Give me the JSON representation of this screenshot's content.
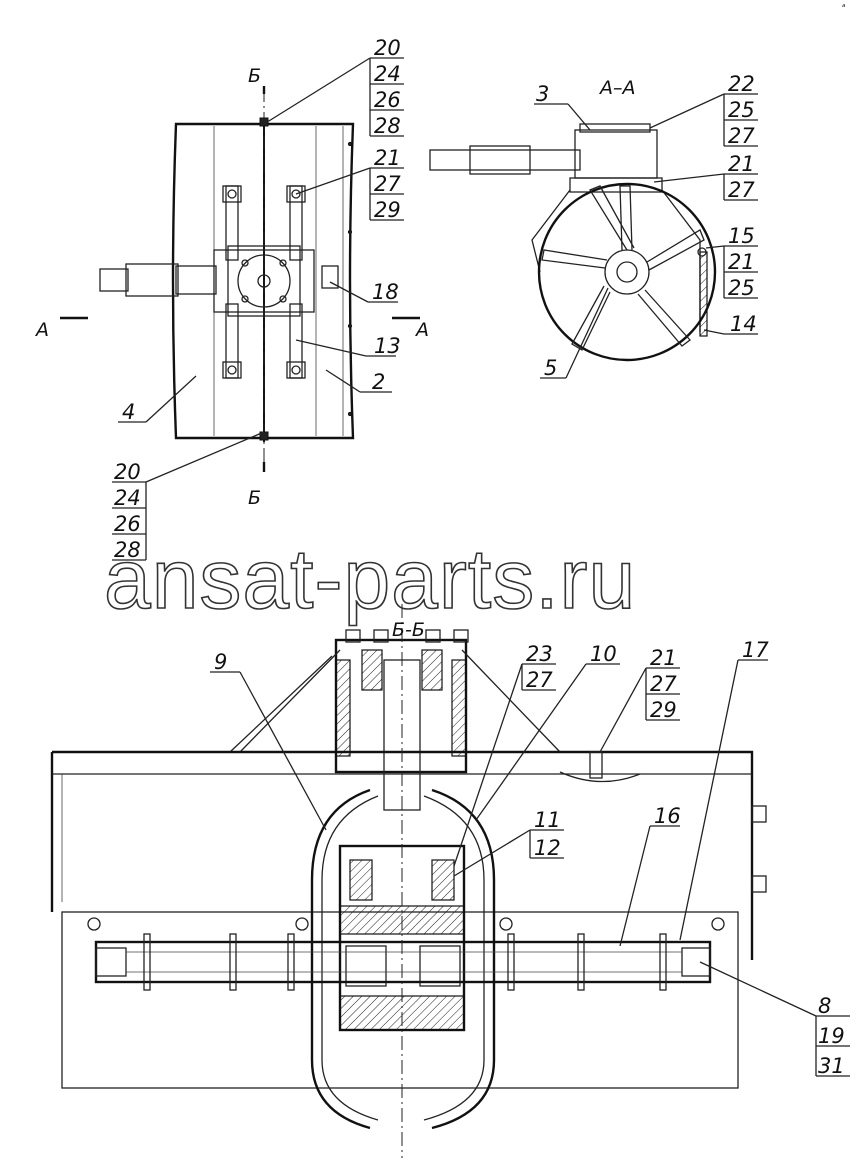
{
  "watermark": "ansat-parts.ru",
  "corner_mark": "ᵃ",
  "sections": {
    "aa_title": "А–А",
    "bb_title": "Б-Б",
    "cut_a_left": "А",
    "cut_a_right": "А",
    "cut_b_top": "Б",
    "cut_b_bottom": "Б"
  },
  "callouts": {
    "top_stack": [
      "20",
      "24",
      "26",
      "28"
    ],
    "bottom_stack": [
      "20",
      "24",
      "26",
      "28"
    ],
    "mid_stack": [
      "21",
      "27",
      "29"
    ],
    "right_top_stack": [
      "22",
      "25",
      "27"
    ],
    "right_mid_stack": [
      "21",
      "27"
    ],
    "side_stack": [
      "15",
      "21",
      "25"
    ],
    "bb_23_stack": [
      "23",
      "27"
    ],
    "bb_21_stack": [
      "21",
      "27",
      "29"
    ],
    "bb_11_stack": [
      "11",
      "12"
    ],
    "bb_8_stack": [
      "8",
      "19",
      "31"
    ],
    "single": {
      "p2": "2",
      "p3": "3",
      "p4": "4",
      "p5": "5",
      "p9": "9",
      "p10": "10",
      "p13": "13",
      "p14": "14",
      "p16": "16",
      "p17": "17",
      "p18": "18"
    }
  }
}
